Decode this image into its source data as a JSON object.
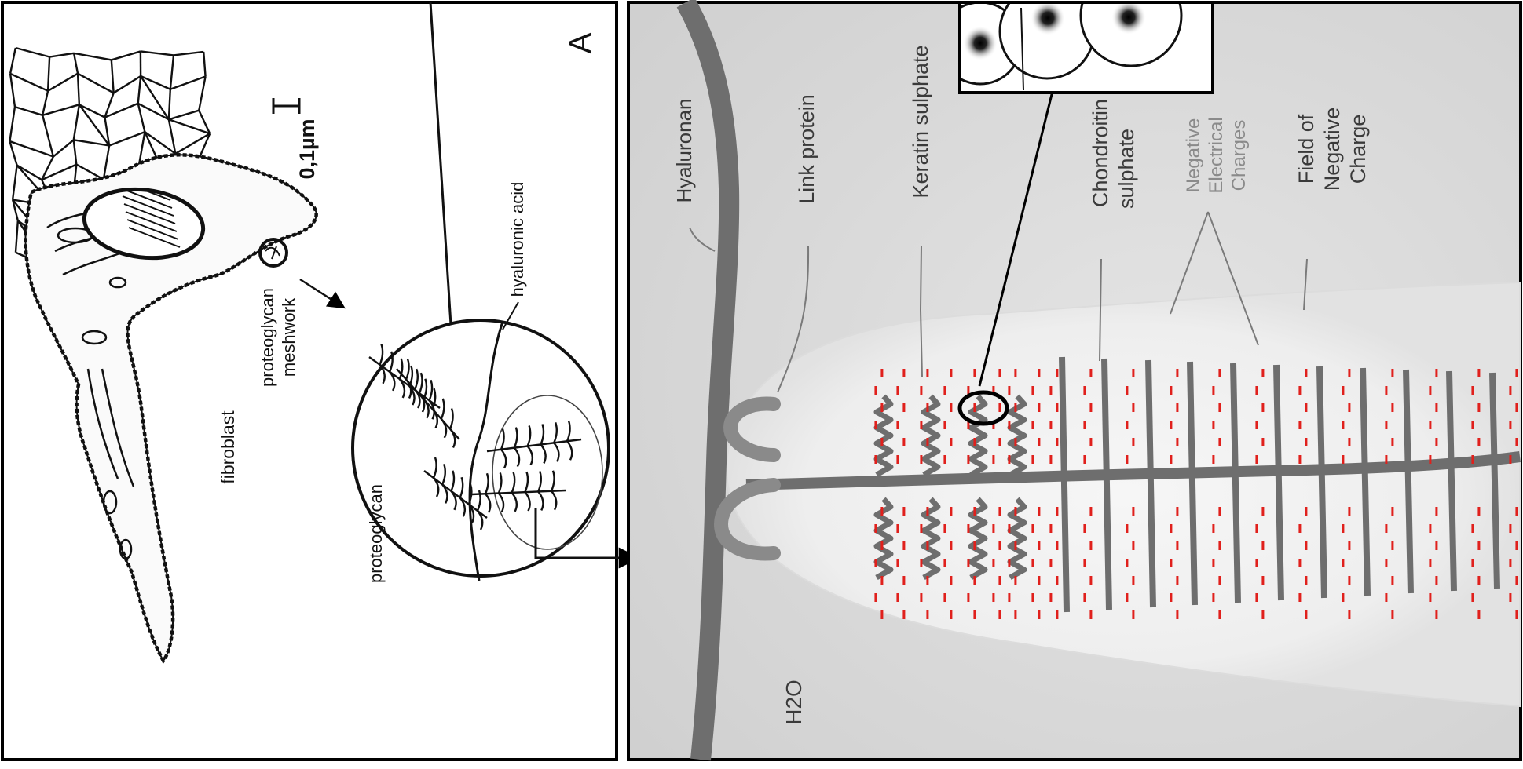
{
  "panel_a": {
    "panel_letter": "A",
    "fibroblast_label": "fibroblast",
    "meshwork_label_line1": "proteoglycan",
    "meshwork_label_line2": "meshwork",
    "scale_label": "0,1µm",
    "hyaluronic_acid_label": "hyaluronic acid",
    "proteoglycan_label": "proteoglycan"
  },
  "panel_b": {
    "hyaluronan_label": "Hyaluronan",
    "link_protein_label": "Link protein",
    "keratin_label": "Keratin sulphate",
    "chondroitin_line1": "Chondroitin",
    "chondroitin_line2": "sulphate",
    "neg_charges_line1": "Negative",
    "neg_charges_line2": "Electrical",
    "neg_charges_line3": "Charges",
    "field_line1": "Field of",
    "field_line2": "Negative",
    "field_line3": "Charge",
    "water_label": "H2O"
  },
  "colors": {
    "strand": "#6e6e6e",
    "charge": "#e0201c",
    "panel_bg": "#d8d8d8",
    "envelope": "#ececec",
    "label_gray": "#8a8a8a"
  }
}
